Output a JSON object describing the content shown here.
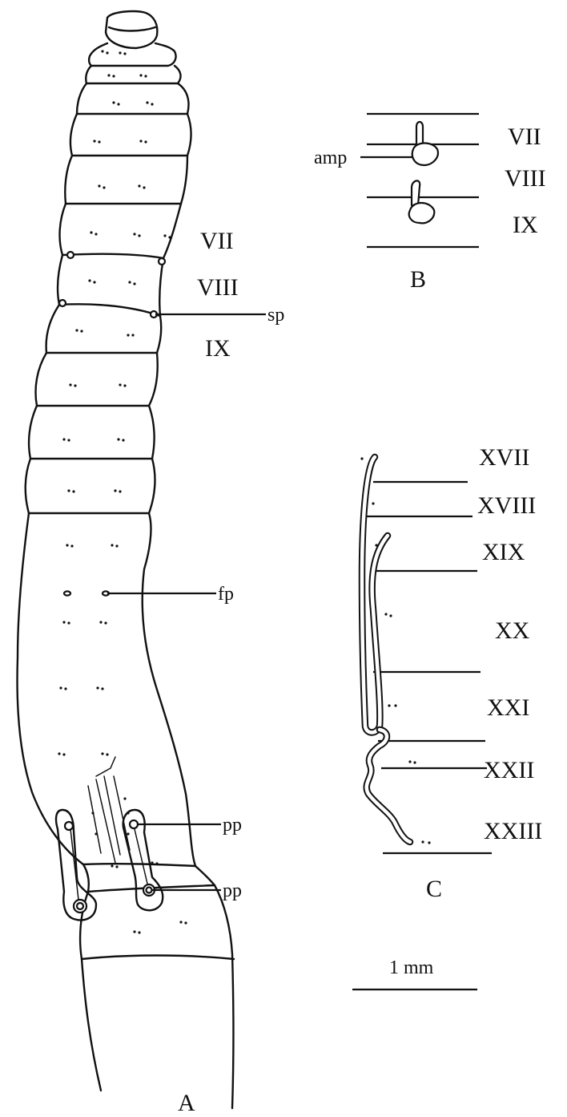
{
  "panel_a": {
    "label": "A",
    "segments": {
      "seg7": "VII",
      "seg8": "VIII",
      "seg9": "IX"
    },
    "callouts": {
      "spermathecal_pore": "sp",
      "female_pore": "fp",
      "male_pore_1": "pp",
      "male_pore_2": "pp"
    }
  },
  "panel_b": {
    "label": "B",
    "callout": "amp",
    "segments": {
      "seg7": "VII",
      "seg8": "VIII",
      "seg9": "IX"
    }
  },
  "panel_c": {
    "label": "C",
    "segments": {
      "seg17": "XVII",
      "seg18": "XVIII",
      "seg19": "XIX",
      "seg20": "XX",
      "seg21": "XXI",
      "seg22": "XXII",
      "seg23": "XXIII"
    }
  },
  "scale_bar": {
    "label": "1 mm"
  },
  "colors": {
    "ink": "#111111",
    "paper": "#ffffff"
  }
}
